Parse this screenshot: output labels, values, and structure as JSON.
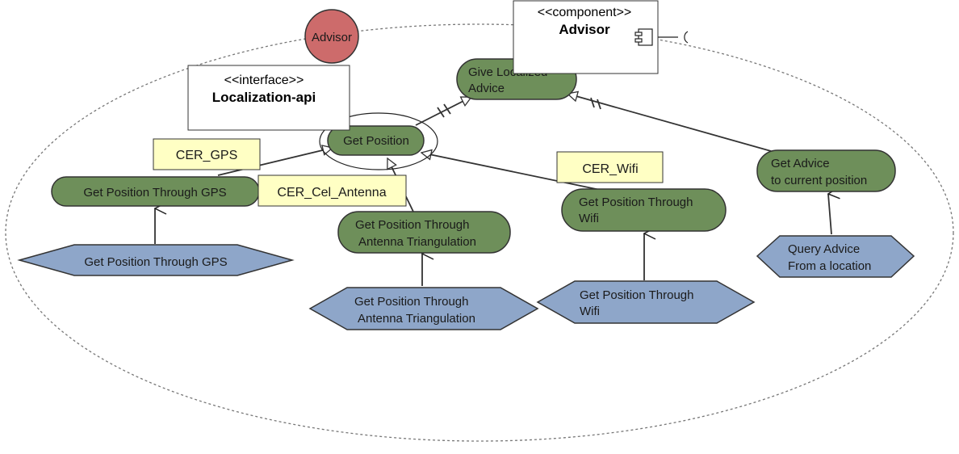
{
  "actor": {
    "label": "Advisor",
    "color": "#cd6b6b"
  },
  "component": {
    "stereotype": "<<component>>",
    "name": "Advisor"
  },
  "interface": {
    "stereotype": "<<interface>>",
    "name": "Localization-api"
  },
  "goals": {
    "give_localized": {
      "line1": "Give Localized",
      "line2": "Advice"
    },
    "get_position": {
      "label": "Get Position"
    },
    "gps": {
      "label": "Get Position Through GPS"
    },
    "antenna": {
      "line1": "Get Position Through",
      "line2": "Antenna Triangulation"
    },
    "wifi": {
      "line1": "Get Position Through",
      "line2": "Wifi"
    },
    "advice_current": {
      "line1": "Get Advice",
      "line2": "to current position"
    }
  },
  "tasks": {
    "gps": {
      "label": "Get Position Through GPS"
    },
    "antenna": {
      "line1": "Get Position Through",
      "line2": "Antenna Triangulation"
    },
    "wifi": {
      "line1": "Get Position Through",
      "line2": "Wifi"
    },
    "query": {
      "line1": "Query Advice",
      "line2": "From a location"
    }
  },
  "cer": {
    "gps": "CER_GPS",
    "antenna": "CER_Cel_Antenna",
    "wifi": "CER_Wifi"
  },
  "colors": {
    "goal_fill": "#6e8f5a",
    "task_fill": "#8ea6c9",
    "cer_fill": "#ffffc4",
    "actor_fill": "#cd6b6b"
  }
}
